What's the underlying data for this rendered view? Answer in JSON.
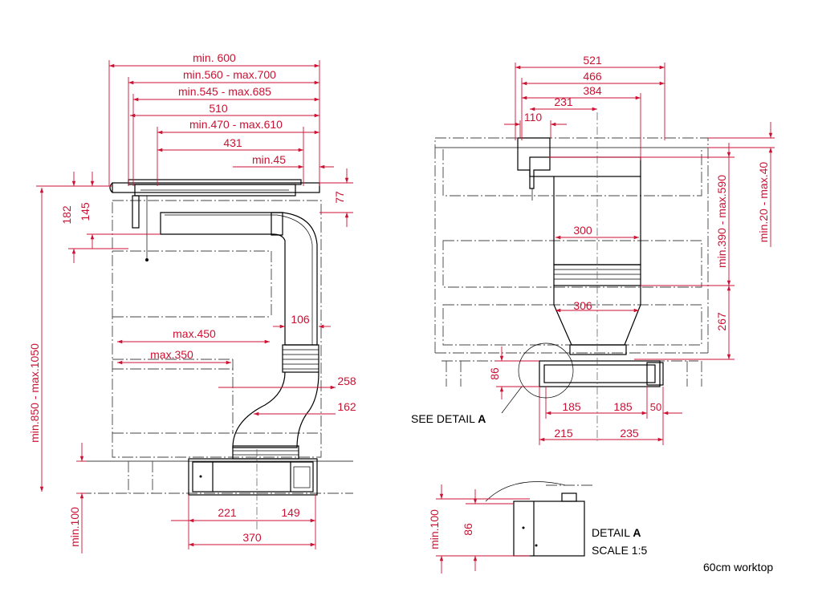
{
  "colors": {
    "dimension": "#cc1133",
    "outline": "#000000"
  },
  "side_view": {
    "dims": {
      "min600": "min. 600",
      "r560": "min.560 - max.700",
      "r545": "min.545 - max.685",
      "d510": "510",
      "r470": "min.470 - max.610",
      "d431": "431",
      "min45": "min.45",
      "d77": "77",
      "d182": "182",
      "d145": "145",
      "r850": "min.850 - max.1050",
      "d106": "106",
      "max450": "max.450",
      "max350": "max.350",
      "d258": "258",
      "d162": "162",
      "min100": "min.100",
      "d221": "221",
      "d149": "149",
      "d370": "370"
    }
  },
  "front_view": {
    "dims": {
      "d521": "521",
      "d466": "466",
      "d384": "384",
      "d231": "231",
      "d110": "110",
      "d300": "300",
      "d306": "306",
      "r390": "min.390 - max.590",
      "r20": "min.20 - max.40",
      "d267": "267",
      "d86": "86",
      "d185a": "185",
      "d185b": "185",
      "d50": "50",
      "d215": "215",
      "d235": "235"
    },
    "see_detail_prefix": "SEE DETAIL ",
    "see_detail_letter": "A"
  },
  "detail_view": {
    "dims": {
      "min100": "min.100",
      "d86": "86"
    },
    "title_prefix": "DETAIL ",
    "title_letter": "A",
    "scale": "SCALE 1:5"
  },
  "caption": "60cm worktop"
}
